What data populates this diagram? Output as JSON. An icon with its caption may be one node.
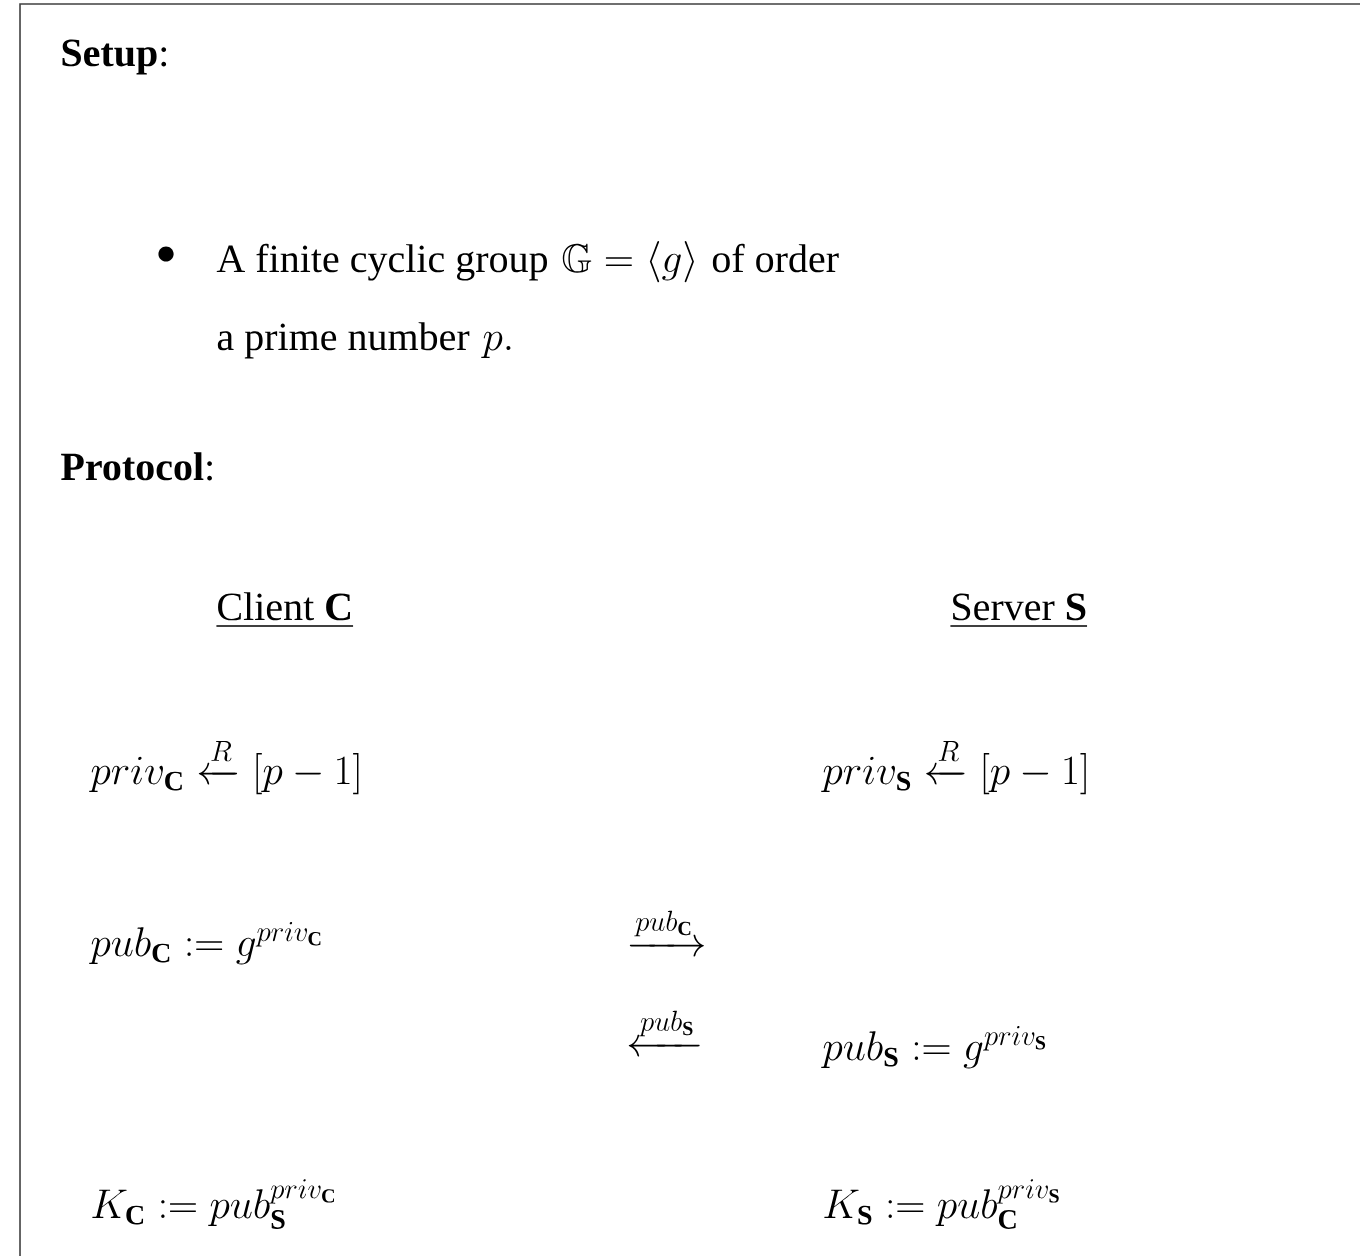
{
  "diagram": {
    "labels": [
      "**Setup**:",
      "A finite cyclic group",
      "\\mathbb{G} = \\langle g \\rangle",
      "of order",
      "a prime number",
      "p.",
      "**Protocol**:",
      "Client **C**",
      "Server **S**",
      "priv_{\\mathbf{C}} \\xleftarrow{R} [p-1]",
      "priv_{\\mathbf{S}} \\xleftarrow{R} [p-1]",
      "pub_{\\mathbf{C}} := g^{priv_{\\mathbf{C}}}",
      "\\xrightarrow{pub_{\\mathbf{C}}}",
      "\\xleftarrow{pub_{\\mathbf{S}}}",
      "pub_{\\mathbf{S}} := g^{priv_{\\mathbf{S}}}",
      "K_{\\mathbf{C}} := pub_{\\mathbf{S}}^{priv_{\\mathbf{C}}}",
      "K_{\\mathbf{S}} := pub_{\\mathbf{C}}^{priv_{\\mathbf{S}}}"
    ]
  }
}
